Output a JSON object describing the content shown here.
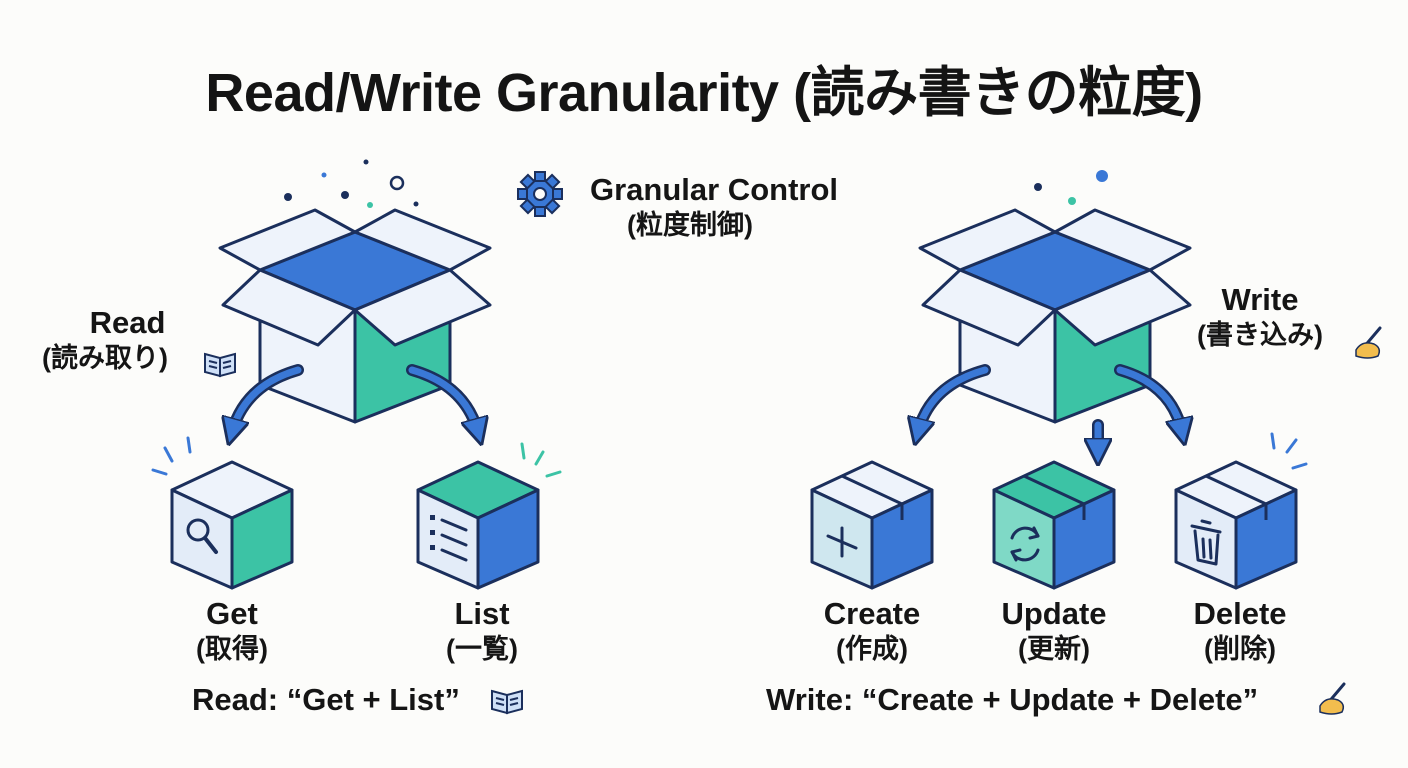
{
  "title": "Read/Write Granularity (読み書きの粒度)",
  "center": {
    "label": "Granular Control",
    "sub": "(粒度制御)",
    "icon": "gear-icon"
  },
  "read": {
    "label": "Read",
    "sub": "(読み取り)",
    "icon": "open-book-icon",
    "items": [
      {
        "label": "Get",
        "sub": "(取得)",
        "icon": "magnifier-icon"
      },
      {
        "label": "List",
        "sub": "(一覧)",
        "icon": "list-icon"
      }
    ],
    "summary": "Read: “Get + List”"
  },
  "write": {
    "label": "Write",
    "sub": "(書き込み)",
    "icon": "writing-hand-icon",
    "items": [
      {
        "label": "Create",
        "sub": "(作成)",
        "icon": "plus-icon"
      },
      {
        "label": "Update",
        "sub": "(更新)",
        "icon": "refresh-icon"
      },
      {
        "label": "Delete",
        "sub": "(削除)",
        "icon": "trash-icon"
      }
    ],
    "summary": "Write: “Create + Update + Delete”"
  },
  "colors": {
    "navy": "#1b2f5c",
    "blue": "#3a78d6",
    "teal": "#3cc3a5",
    "pale": "#eef3fb"
  }
}
